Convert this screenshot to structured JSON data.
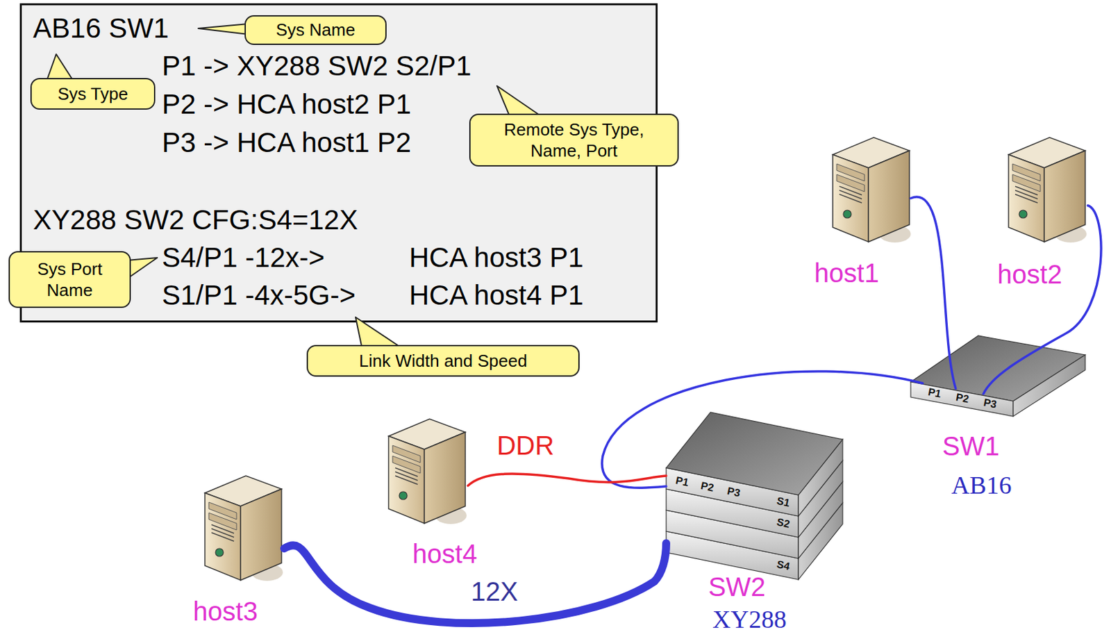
{
  "diagram": {
    "nodes": [
      {
        "text": [
          "AB16 SW1",
          "P1 -> XY288 SW2 S2/P1",
          "P2 -> HCA host2 P1",
          "P3 -> HCA host1 P2",
          "XY288 SW2 CFG:S4=12X",
          "S4/P1 -12x->",
          "HCA host3 P1",
          "S1/P1 -4x-5G->",
          "HCA host4 P1"
        ]
      },
      {
        "text": [
          "Sys Name"
        ]
      },
      {
        "text": [
          "Sys Type"
        ]
      },
      {
        "text": [
          "Remote Sys Type, Name, Port"
        ]
      },
      {
        "text": [
          "Sys Port Name"
        ]
      },
      {
        "text": [
          "Link Width and Speed"
        ]
      },
      {
        "text": [
          "host1"
        ]
      },
      {
        "text": [
          "host2"
        ]
      },
      {
        "text": [
          "P1",
          "P2",
          "P3",
          "SW1",
          "AB16"
        ]
      },
      {
        "text": [
          "host4"
        ]
      },
      {
        "text": [
          "P1",
          "P2",
          "P3",
          "S1",
          "S2",
          "S4",
          "SW2",
          "XY288"
        ]
      },
      {
        "text": [
          "host3"
        ]
      }
    ],
    "edges": [
      {
        "from": 6,
        "to": 8,
        "arrow": "none"
      },
      {
        "from": 7,
        "to": 8,
        "arrow": "none"
      },
      {
        "from": 8,
        "to": 10,
        "arrow": "none"
      },
      {
        "from": 9,
        "to": 10,
        "label": "DDR",
        "arrow": "none"
      },
      {
        "from": 11,
        "to": 10,
        "label": "12X",
        "arrow": "none"
      }
    ]
  }
}
